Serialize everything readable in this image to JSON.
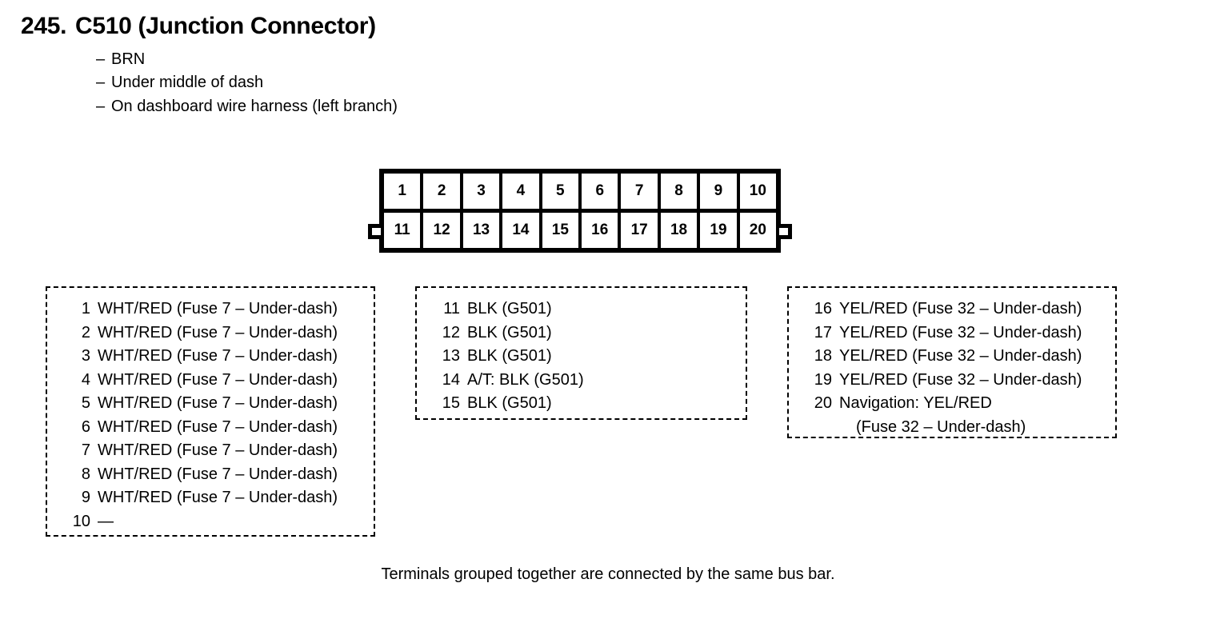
{
  "header": {
    "number": "245.",
    "title": "C510 (Junction Connector)",
    "dash": "–",
    "specs": [
      "BRN",
      "Under middle of dash",
      "On dashboard wire harness (left branch)"
    ]
  },
  "connector": {
    "top_row": [
      "1",
      "2",
      "3",
      "4",
      "5",
      "6",
      "7",
      "8",
      "9",
      "10"
    ],
    "bottom_row": [
      "11",
      "12",
      "13",
      "14",
      "15",
      "16",
      "17",
      "18",
      "19",
      "20"
    ]
  },
  "pin_groups": [
    {
      "name": "group-left",
      "rows": [
        {
          "num": "1",
          "desc": "WHT/RED (Fuse 7 – Under-dash)"
        },
        {
          "num": "2",
          "desc": "WHT/RED (Fuse 7 – Under-dash)"
        },
        {
          "num": "3",
          "desc": "WHT/RED (Fuse 7 – Under-dash)"
        },
        {
          "num": "4",
          "desc": "WHT/RED (Fuse 7 – Under-dash)"
        },
        {
          "num": "5",
          "desc": "WHT/RED (Fuse 7 – Under-dash)"
        },
        {
          "num": "6",
          "desc": "WHT/RED (Fuse 7 – Under-dash)"
        },
        {
          "num": "7",
          "desc": "WHT/RED (Fuse 7 – Under-dash)"
        },
        {
          "num": "8",
          "desc": "WHT/RED (Fuse 7 – Under-dash)"
        },
        {
          "num": "9",
          "desc": "WHT/RED (Fuse 7 – Under-dash)"
        },
        {
          "num": "10",
          "desc": "—"
        }
      ]
    },
    {
      "name": "group-middle",
      "rows": [
        {
          "num": "11",
          "desc": "BLK (G501)"
        },
        {
          "num": "12",
          "desc": "BLK (G501)"
        },
        {
          "num": "13",
          "desc": "BLK (G501)"
        },
        {
          "num": "14",
          "desc": "A/T: BLK (G501)"
        },
        {
          "num": "15",
          "desc": "BLK (G501)"
        }
      ]
    },
    {
      "name": "group-right",
      "rows": [
        {
          "num": "16",
          "desc": "YEL/RED (Fuse 32 – Under-dash)"
        },
        {
          "num": "17",
          "desc": "YEL/RED (Fuse 32 – Under-dash)"
        },
        {
          "num": "18",
          "desc": "YEL/RED (Fuse 32 – Under-dash)"
        },
        {
          "num": "19",
          "desc": "YEL/RED (Fuse 32 – Under-dash)"
        },
        {
          "num": "20",
          "desc": "Navigation: YEL/RED",
          "desc_cont": "(Fuse 32 – Under-dash)"
        }
      ]
    }
  ],
  "footer": {
    "note": "Terminals grouped together are connected by the same bus bar."
  }
}
